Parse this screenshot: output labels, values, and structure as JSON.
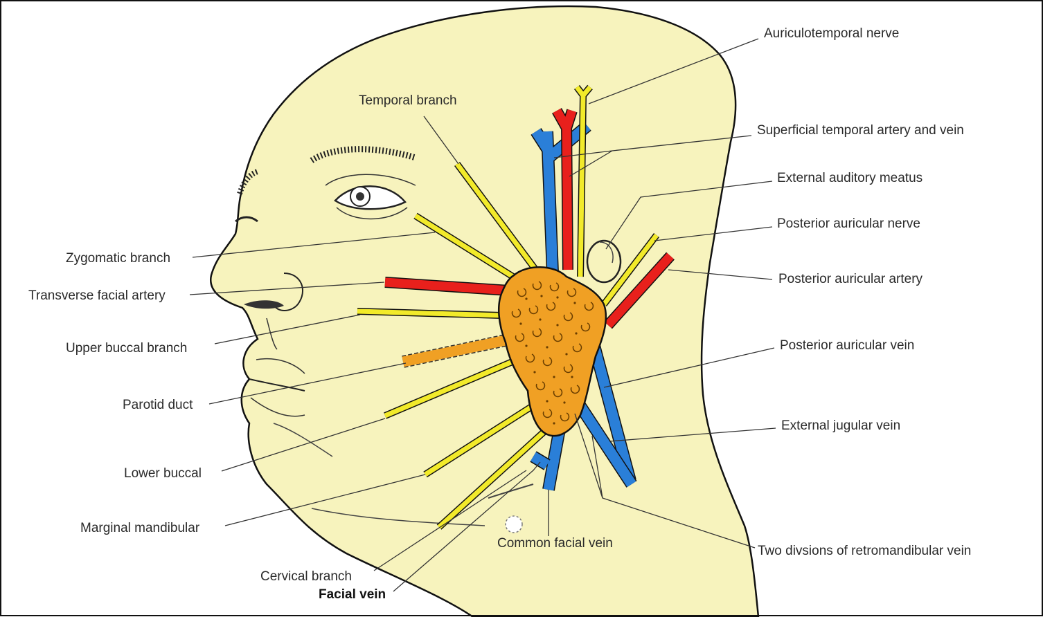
{
  "colors": {
    "skin": "#f7f3bd",
    "nerve": "#f2ea2a",
    "artery": "#e8201c",
    "vein": "#2a7fd8",
    "gland": "#f0a024",
    "outline": "#111111"
  },
  "labels": {
    "auriculotemporal_nerve": "Auriculotemporal nerve",
    "temporal_branch": "Temporal branch",
    "superficial_temporal": "Superficial temporal artery and vein",
    "external_auditory_meatus": "External auditory meatus",
    "posterior_auricular_nerve": "Posterior auricular nerve",
    "posterior_auricular_artery": "Posterior auricular artery",
    "posterior_auricular_vein": "Posterior auricular vein",
    "external_jugular_vein": "External jugular vein",
    "two_divisions": "Two divsions of retromandibular vein",
    "common_facial_vein": "Common facial vein",
    "zygomatic_branch": "Zygomatic branch",
    "transverse_facial_artery": "Transverse facial artery",
    "upper_buccal_branch": "Upper buccal branch",
    "parotid_duct": "Parotid duct",
    "lower_buccal": "Lower buccal",
    "marginal_mandibular": "Marginal mandibular",
    "cervical_branch": "Cervical branch",
    "facial_vein": "Facial vein"
  }
}
